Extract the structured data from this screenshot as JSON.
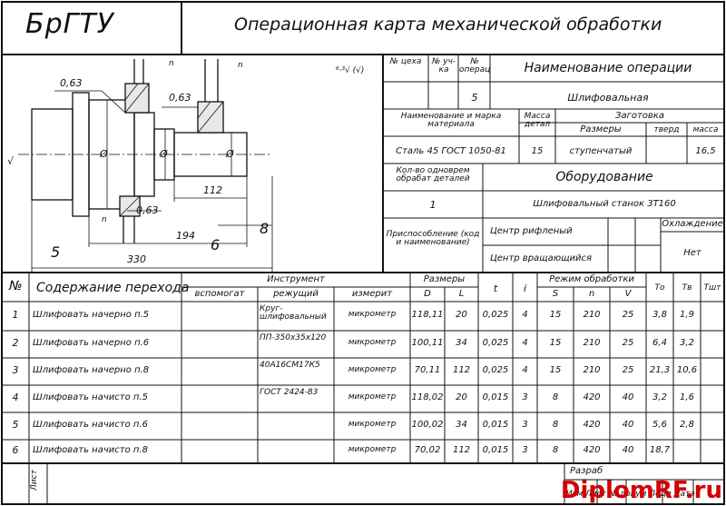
{
  "header": {
    "logo": "БрГТУ",
    "title": "Операционная карта механической обработки"
  },
  "drawing": {
    "d063_a": "0,63",
    "d063_b": "0,63",
    "d063_c": "0,63",
    "n1": "n",
    "n2": "n",
    "n3": "n",
    "dim112": "112",
    "dim194": "194",
    "dim330": "330",
    "dim8": "8",
    "dim5": "5",
    "dim6": "6",
    "dia1": "Ø",
    "dia2": "Ø",
    "dia3": "Ø",
    "roughness": "⁶·³√ (√)",
    "vee": "√"
  },
  "op": {
    "h_tsekh": "№ цеха",
    "h_uch": "№ уч-ка",
    "h_oper": "№ операц",
    "h_name": "Наименование операции",
    "oper_no": "5",
    "oper_name": "Шлифовальная",
    "h_material": "Наименование и марка материала",
    "h_massa_det": "Масса детал",
    "h_zagotovka": "Заготовка",
    "h_razmery": "Размеры",
    "h_tverd": "тверд",
    "h_massa": "масса",
    "material": "Сталь 45 ГОСТ 1050-81",
    "massa_det": "15",
    "zag_razmer": "ступенчатый",
    "zag_massa": "16,5",
    "h_kolvo": "Кол-во одноврем обрабат деталей",
    "h_oborud": "Оборудование",
    "kolvo": "1",
    "oborud": "Шлифовальный станок 3Т160",
    "h_prisp": "Приспособление (код и наименование)",
    "prisp1": "Центр рифленый",
    "prisp2": "Центр вращающийся",
    "h_ohl": "Охлаждение",
    "ohl": "Нет"
  },
  "table": {
    "h_no": "№",
    "h_content": "Содержание перехода",
    "h_instr": "Инструмент",
    "h_vspom": "вспомогат",
    "h_rezh": "режущий",
    "h_izmer": "измерит",
    "h_razm": "Размеры",
    "h_D": "D",
    "h_L": "L",
    "h_t": "t",
    "h_i": "i",
    "h_rezhim": "Режим обработки",
    "h_S": "S",
    "h_n": "n",
    "h_V": "V",
    "h_To": "Tо",
    "h_Tv": "Tв",
    "h_Tsht": "Tшт",
    "rows": [
      {
        "no": "1",
        "text": "Шлифовать начерно п.5",
        "vsp": "",
        "rez": "Круг-шлифовальный",
        "izm": "микрометр",
        "D": "118,11",
        "L": "20",
        "t": "0,025",
        "i": "4",
        "S": "15",
        "n": "210",
        "V": "25",
        "To": "3,8",
        "Tv": "1,9"
      },
      {
        "no": "2",
        "text": "Шлифовать начерно п.6",
        "vsp": "",
        "rez": "ПП-350х35х120",
        "izm": "микрометр",
        "D": "100,11",
        "L": "34",
        "t": "0,025",
        "i": "4",
        "S": "15",
        "n": "210",
        "V": "25",
        "To": "6,4",
        "Tv": "3,2"
      },
      {
        "no": "3",
        "text": "Шлифовать начерно п.8",
        "vsp": "",
        "rez": "40А16СМ17К5",
        "izm": "микрометр",
        "D": "70,11",
        "L": "112",
        "t": "0,025",
        "i": "4",
        "S": "15",
        "n": "210",
        "V": "25",
        "To": "21,3",
        "Tv": "10,6"
      },
      {
        "no": "4",
        "text": "Шлифовать начисто п.5",
        "vsp": "",
        "rez": "ГОСТ 2424-83",
        "izm": "микрометр",
        "D": "118,02",
        "L": "20",
        "t": "0,015",
        "i": "3",
        "S": "8",
        "n": "420",
        "V": "40",
        "To": "3,2",
        "Tv": "1,6"
      },
      {
        "no": "5",
        "text": "Шлифовать начисто п.6",
        "vsp": "",
        "rez": "",
        "izm": "микрометр",
        "D": "100,02",
        "L": "34",
        "t": "0,015",
        "i": "3",
        "S": "8",
        "n": "420",
        "V": "40",
        "To": "5,6",
        "Tv": "2,8"
      },
      {
        "no": "6",
        "text": "Шлифовать начисто п.8",
        "vsp": "",
        "rez": "",
        "izm": "микрометр",
        "D": "70,02",
        "L": "112",
        "t": "0,015",
        "i": "3",
        "S": "8",
        "n": "420",
        "V": "40",
        "To": "18,7",
        "Tv": ""
      }
    ]
  },
  "footer": {
    "list": "Лист",
    "razrab": "Разраб",
    "stamp": "Изм Лист № докум Подп Дата"
  },
  "watermark": "DiplomRF.ru"
}
